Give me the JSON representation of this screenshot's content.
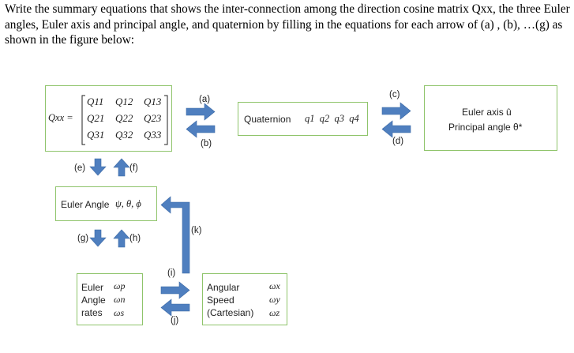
{
  "question": {
    "text": "Write the summary equations that shows the inter-connection among the direction cosine matrix Qxx, the three Euler angles, Euler axis and principal angle, and quaternion by filling in the equations for each arrow of (a) , (b), …(g)  as shown in the figure below:"
  },
  "boxes": {
    "dcm": {
      "label": "Qxx =",
      "matrix": [
        [
          "Q11",
          "Q12",
          "Q13"
        ],
        [
          "Q21",
          "Q22",
          "Q23"
        ],
        [
          "Q31",
          "Q32",
          "Q33"
        ]
      ]
    },
    "quaternion": {
      "label": "Quaternion",
      "symbols": "q1  q2  q3  q4"
    },
    "euler_axis": {
      "line1": "Euler axis û",
      "line2": "Principal angle θ*"
    },
    "euler_angle": {
      "label": "Euler Angle",
      "symbols": "ψ, θ, ϕ"
    },
    "euler_rates": {
      "lines": [
        "Euler",
        "Angle",
        "rates"
      ],
      "symbols": [
        "ωp",
        "ωn",
        "ωs"
      ]
    },
    "angular_speed": {
      "lines": [
        "Angular",
        "Speed",
        "(Cartesian)"
      ],
      "symbols": [
        "ωx",
        "ωy",
        "ωz"
      ]
    }
  },
  "arrow_labels": {
    "a": "(a)",
    "b": "(b)",
    "c": "(c)",
    "d": "(d)",
    "e": "(e)",
    "f": "(f)",
    "g": "(g)",
    "h": "(h)",
    "i": "(i)",
    "j": "(j)",
    "k": "(k)"
  },
  "colors": {
    "box_border": "#8fc46b",
    "arrow_fill": "#4f7fbf",
    "arrow_stroke": "#3d6aa6"
  }
}
